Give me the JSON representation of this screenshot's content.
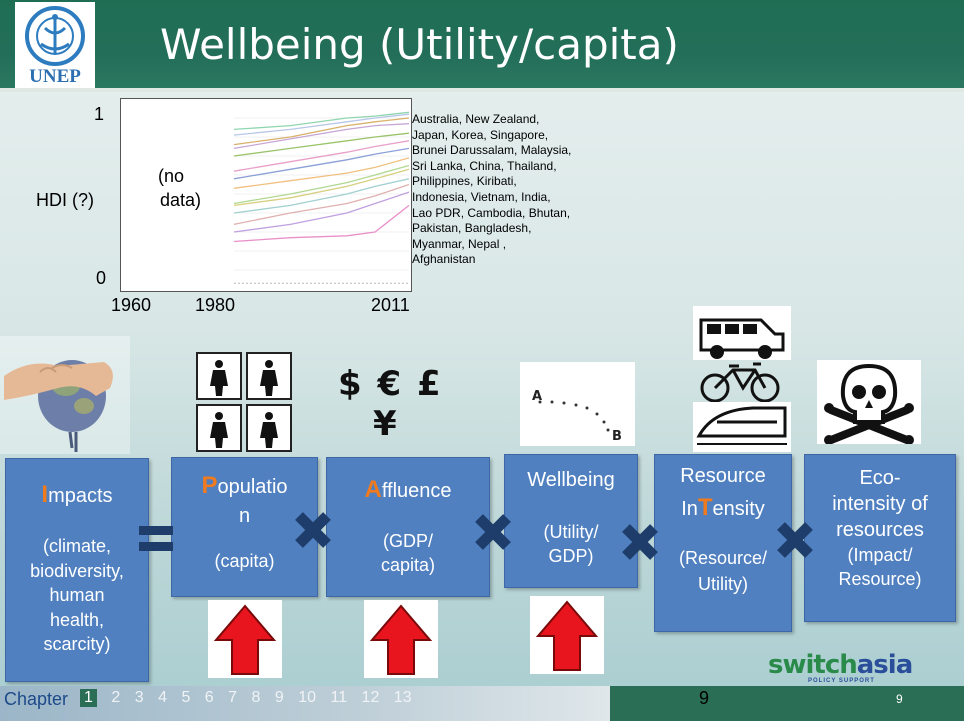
{
  "slide": {
    "title": "Wellbeing (Utility/capita)",
    "logo_text": "UNEP"
  },
  "chart": {
    "y_top": "1",
    "y_bottom": "0",
    "y_axis_label": "HDI (?)",
    "no_data_label_1": "(no",
    "no_data_label_2": "data)",
    "x_ticks": [
      "1960",
      "1980",
      "2011"
    ],
    "countries": [
      "Australia, New Zealand,",
      "Japan, Korea, Singapore,",
      "Brunei Darussalam, Malaysia,",
      "Sri Lanka, China, Thailand,",
      "Philippines, Kiribati,",
      "Indonesia, Vietnam, India,",
      "Lao PDR, Cambodia, Bhutan,",
      "Pakistan, Bangladesh,",
      "Myanmar, Nepal ,",
      "Afghanistan"
    ]
  },
  "chart_data": {
    "type": "line",
    "ylabel": "HDI (?)",
    "ylim": [
      0,
      1
    ],
    "x": [
      1980,
      1990,
      2000,
      2005,
      2011
    ],
    "series": [
      {
        "values": [
          0.84,
          0.86,
          0.9,
          0.91,
          0.93
        ],
        "color": "#8fd6b0"
      },
      {
        "values": [
          0.81,
          0.84,
          0.88,
          0.9,
          0.92
        ],
        "color": "#b8c8e8"
      },
      {
        "values": [
          0.76,
          0.8,
          0.86,
          0.88,
          0.9
        ],
        "color": "#d8b06a"
      },
      {
        "values": [
          0.74,
          0.79,
          0.84,
          0.86,
          0.87
        ],
        "color": "#c6a6d6"
      },
      {
        "values": [
          0.7,
          0.74,
          0.78,
          0.8,
          0.82
        ],
        "color": "#9ac46a"
      },
      {
        "values": [
          0.62,
          0.67,
          0.72,
          0.75,
          0.78
        ],
        "color": "#e8a0c8"
      },
      {
        "values": [
          0.58,
          0.63,
          0.68,
          0.71,
          0.74
        ],
        "color": "#8aa0d8"
      },
      {
        "values": [
          0.53,
          0.57,
          0.61,
          0.64,
          0.69
        ],
        "color": "#f0c080"
      },
      {
        "values": [
          0.45,
          0.5,
          0.56,
          0.6,
          0.65
        ],
        "color": "#b0d890"
      },
      {
        "values": [
          0.44,
          0.48,
          0.54,
          0.58,
          0.63
        ],
        "color": "#d6d080"
      },
      {
        "values": [
          0.4,
          0.44,
          0.5,
          0.54,
          0.58
        ],
        "color": "#a0d0d0"
      },
      {
        "values": [
          0.34,
          0.4,
          0.45,
          0.49,
          0.55
        ],
        "color": "#e0b0b0"
      },
      {
        "values": [
          0.3,
          0.34,
          0.4,
          0.45,
          0.51
        ],
        "color": "#c0a0e0"
      },
      {
        "values": [
          0.25,
          0.27,
          0.28,
          0.3,
          0.44
        ],
        "color": "#e890c8"
      },
      {
        "values": [
          0.03,
          0.03,
          0.03,
          0.03,
          0.03
        ],
        "color": "#c8c8c8"
      }
    ]
  },
  "equation": {
    "impacts_initial": "I",
    "impacts_rest": "mpacts",
    "impacts_sub": [
      "(climate,",
      "biodiversity,",
      "human",
      "health,",
      "scarcity)"
    ],
    "population_initial": "P",
    "population_rest_1": "opulatio",
    "population_rest_2": "n",
    "population_sub": "(capita)",
    "affluence_initial": "A",
    "affluence_rest": "ffluence",
    "affluence_sub_1": "(GDP/",
    "affluence_sub_2": "capita)",
    "wellbeing_title": "Wellbeing",
    "wellbeing_sub_1": "(Utility/",
    "wellbeing_sub_2": "GDP)",
    "intensity_line1": "Resource",
    "intensity_pre": "In",
    "intensity_initial": "T",
    "intensity_post": "ensity",
    "intensity_sub_1": "(Resource/",
    "intensity_sub_2": "Utility)",
    "eco_line1": "Eco-",
    "eco_line2": "intensity of",
    "eco_line3": "resources",
    "eco_sub_1": "(Impact/",
    "eco_sub_2": "Resource)",
    "currency_line1": "$ € £",
    "currency_line2": "¥",
    "atob_a": "A",
    "atob_b": "B"
  },
  "footer": {
    "chapter_label": "Chapter",
    "chapters": [
      "1",
      "2",
      "3",
      "4",
      "5",
      "6",
      "7",
      "8",
      "9",
      "10",
      "11",
      "12",
      "13"
    ],
    "page_center": "9",
    "page_number": "9",
    "switch_logo_1": "switch",
    "switch_logo_2": "asia",
    "switch_tagline": "POLICY SUPPORT"
  },
  "colors": {
    "header_green": "#236e58",
    "box_blue": "#5080c0",
    "accent_orange": "#f07a1e",
    "x_mark": "#1e3d6a",
    "arrow_red": "#e8141e"
  }
}
